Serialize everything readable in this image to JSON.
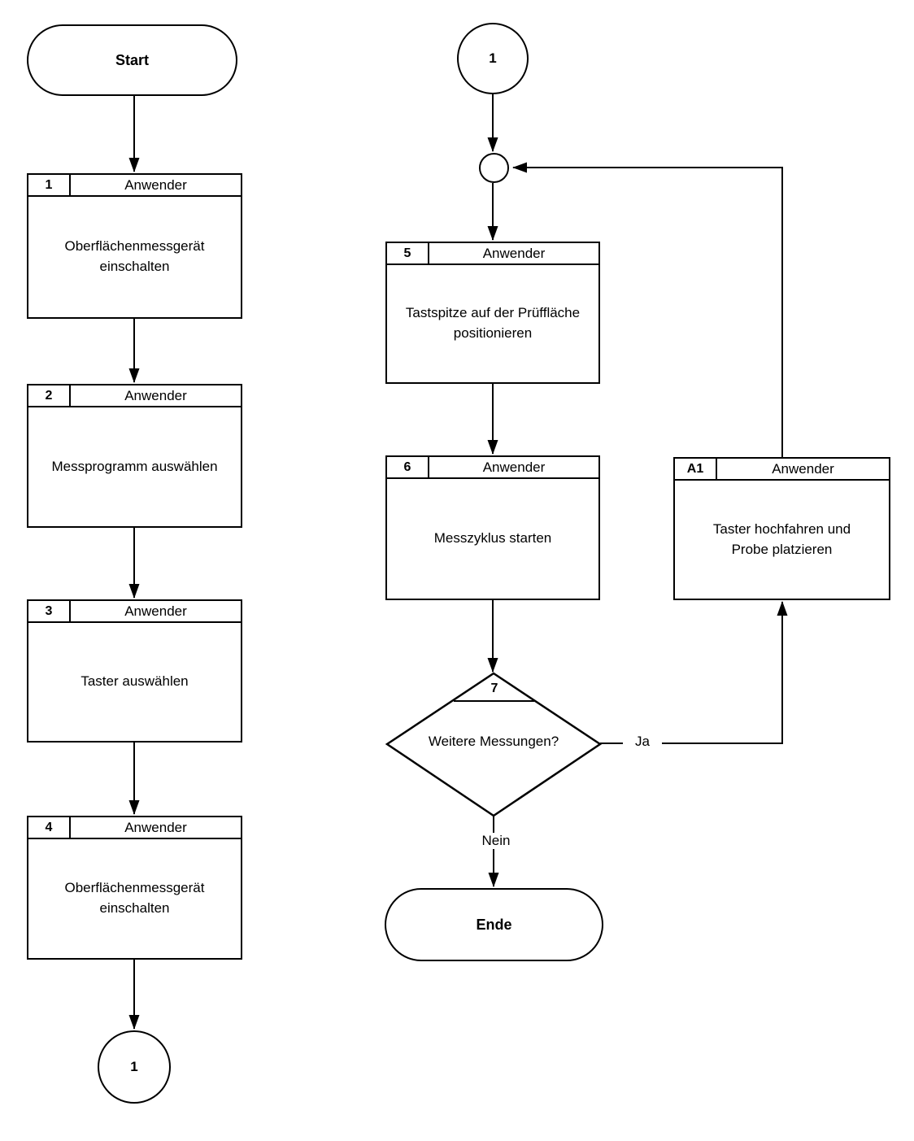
{
  "flowchart": {
    "terminals": {
      "start": "Start",
      "end": "Ende"
    },
    "connectors": {
      "out": "1",
      "in": "1"
    },
    "steps": [
      {
        "id": "1",
        "role": "Anwender",
        "text": "Oberflächenmessgerät\neinschalten"
      },
      {
        "id": "2",
        "role": "Anwender",
        "text": "Messprogramm auswählen"
      },
      {
        "id": "3",
        "role": "Anwender",
        "text": "Taster auswählen"
      },
      {
        "id": "4",
        "role": "Anwender",
        "text": "Oberflächenmessgerät\neinschalten"
      },
      {
        "id": "5",
        "role": "Anwender",
        "text": "Tastspitze auf der Prüffläche\npositionieren"
      },
      {
        "id": "6",
        "role": "Anwender",
        "text": "Messzyklus starten"
      },
      {
        "id": "A1",
        "role": "Anwender",
        "text": "Taster hochfahren und\nProbe platzieren"
      }
    ],
    "decision": {
      "id": "7",
      "question": "Weitere Messungen?",
      "yes": "Ja",
      "no": "Nein"
    }
  }
}
